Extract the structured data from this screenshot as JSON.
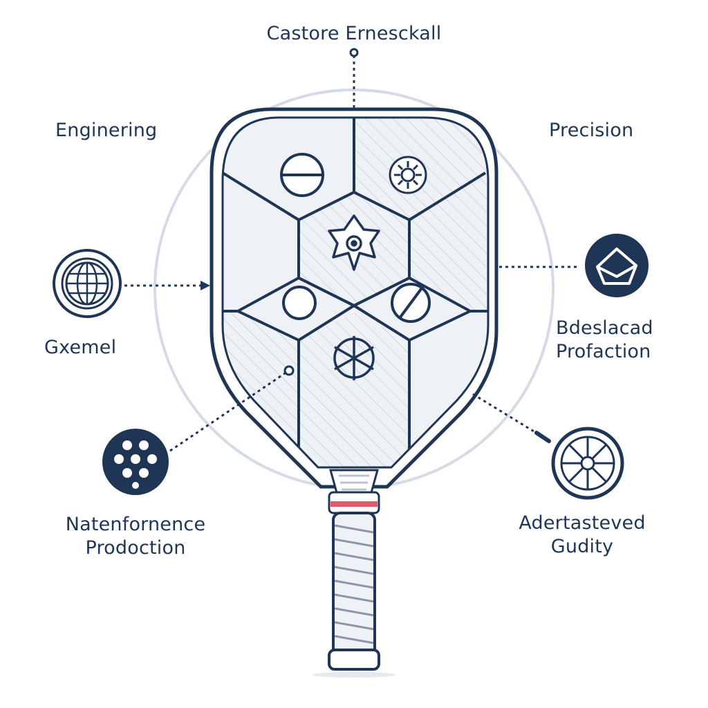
{
  "labels": {
    "top": "Castore Ernesckall",
    "top_left": "Enginering",
    "top_right": "Precision",
    "mid_left": "Gxemel",
    "mid_right_line1": "Bdeslacad",
    "mid_right_line2": "Profaction",
    "bottom_left_line1": "Natenfornence",
    "bottom_left_line2": "Prodoction",
    "bottom_right_line1": "Adertasteved",
    "bottom_right_line2": "Gudity"
  },
  "icons": {
    "panel_top_left": "circle-ball-icon",
    "panel_top_right": "sun-gear-icon",
    "panel_center": "star-gear-icon",
    "panel_mid_left": "circle-icon",
    "panel_mid_right": "slashed-circle-icon",
    "panel_bottom": "snowflake-icon",
    "left_badge_top": "globe-icon",
    "left_badge_bottom": "dots-cluster-icon",
    "right_badge_top": "envelope-house-icon",
    "right_badge_bottom": "wheel-icon"
  },
  "colors": {
    "navy": "#1f3556",
    "grip_band": "#e05a6a",
    "ring": "#d4dbe5",
    "panel_fill": "#eef1f5"
  }
}
